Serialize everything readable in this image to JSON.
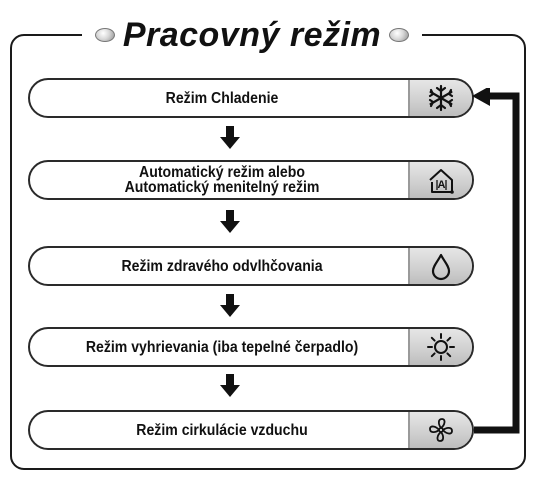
{
  "title": "Pracovný režim",
  "modes": [
    {
      "label": "Režim Chladenie",
      "icon": "snowflake-icon"
    },
    {
      "label": "Automatický režim alebo\nAutomatický menitelný režim",
      "icon": "auto-mode-icon"
    },
    {
      "label": "Režim zdravého odvlhčovania",
      "icon": "water-drop-icon"
    },
    {
      "label": "Režim vyhrievania (iba tepelné čerpadlo)",
      "icon": "sun-icon"
    },
    {
      "label": "Režim cirkulácie vzduchu",
      "icon": "fan-icon"
    }
  ],
  "colors": {
    "line": "#111111",
    "cap": "#cfcfcf",
    "background": "#ffffff"
  }
}
